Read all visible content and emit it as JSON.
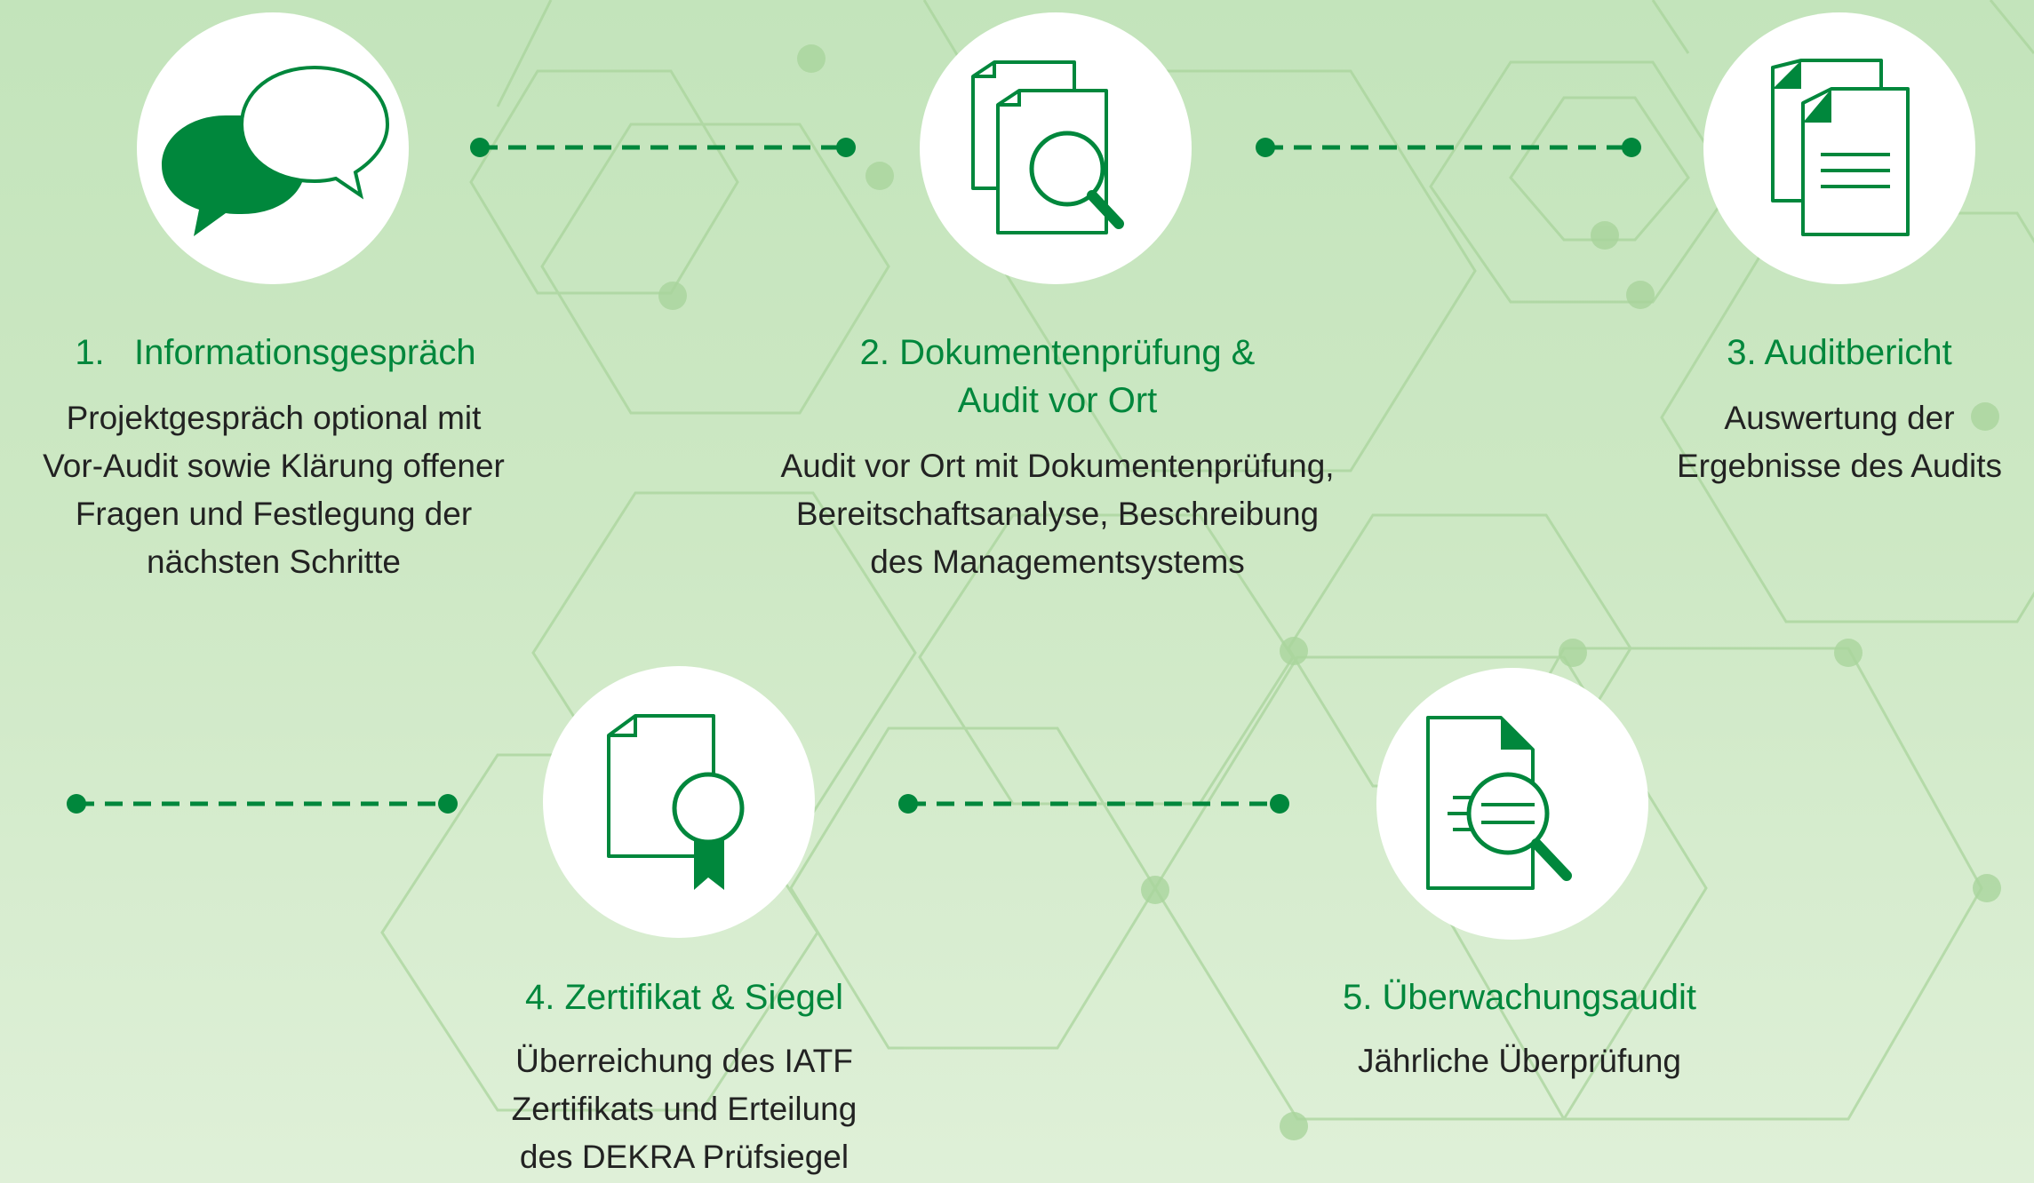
{
  "colors": {
    "accent": "#00873c",
    "text": "#222222",
    "background": "#c9e6c1"
  },
  "steps": [
    {
      "icon": "speech-bubbles-icon",
      "title": "1.   Informationsgespräch",
      "description": [
        "Projektgespräch optional mit",
        "Vor-Audit sowie Klärung offener",
        "Fragen und Festlegung der",
        "nächsten Schritte"
      ]
    },
    {
      "icon": "document-search-icon",
      "title": "2. Dokumentenprüfung &\nAudit vor Ort",
      "description": [
        "Audit vor Ort mit Dokumentenprüfung,",
        "Bereitschaftsanalyse, Beschreibung",
        "des Managementsystems"
      ]
    },
    {
      "icon": "audit-report-icon",
      "title": "3. Auditbericht",
      "description": [
        "Auswertung der",
        "Ergebnisse des Audits"
      ]
    },
    {
      "icon": "certificate-seal-icon",
      "title": "4. Zertifikat & Siegel",
      "description": [
        "Überreichung des IATF",
        "Zertifikats und Erteilung",
        "des DEKRA Prüfsiegel"
      ]
    },
    {
      "icon": "monitoring-audit-icon",
      "title": "5. Überwachungsaudit",
      "description": [
        "Jährliche Überprüfung"
      ]
    }
  ]
}
